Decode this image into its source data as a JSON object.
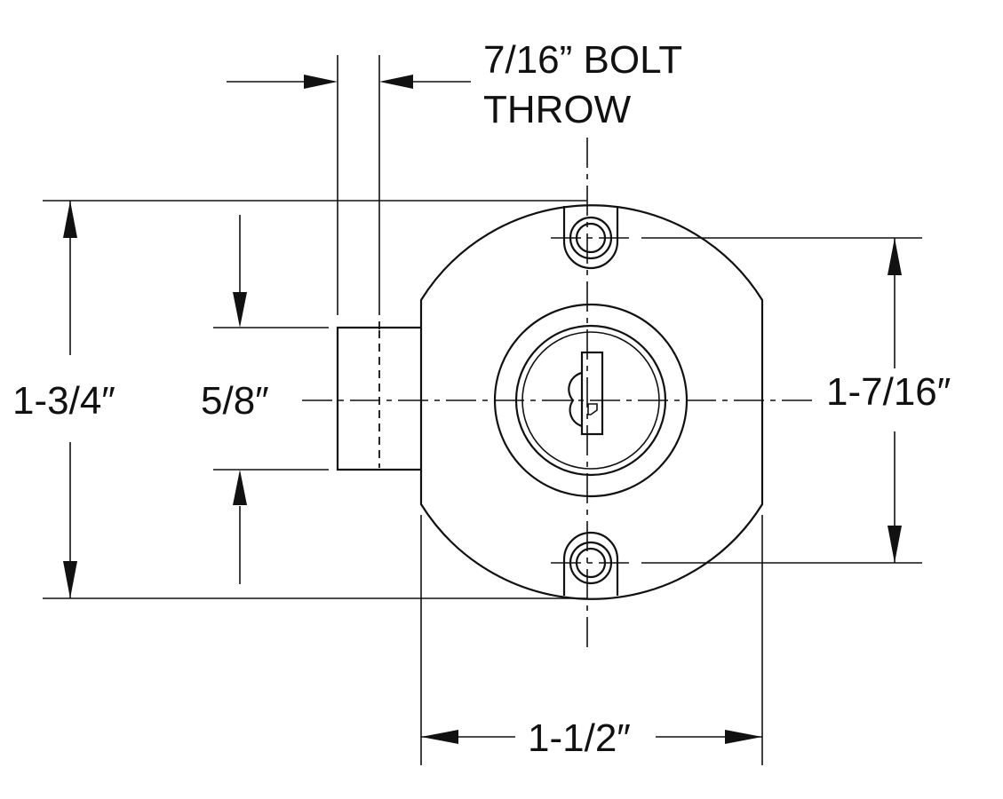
{
  "labels": {
    "bolt_throw_line1": "7/16” BOLT",
    "bolt_throw_line2": "THROW",
    "overall_height": "1-3/4″",
    "bolt_height": "5/8″",
    "screw_spacing": "1-7/16″",
    "body_width": "1-1/2″"
  }
}
